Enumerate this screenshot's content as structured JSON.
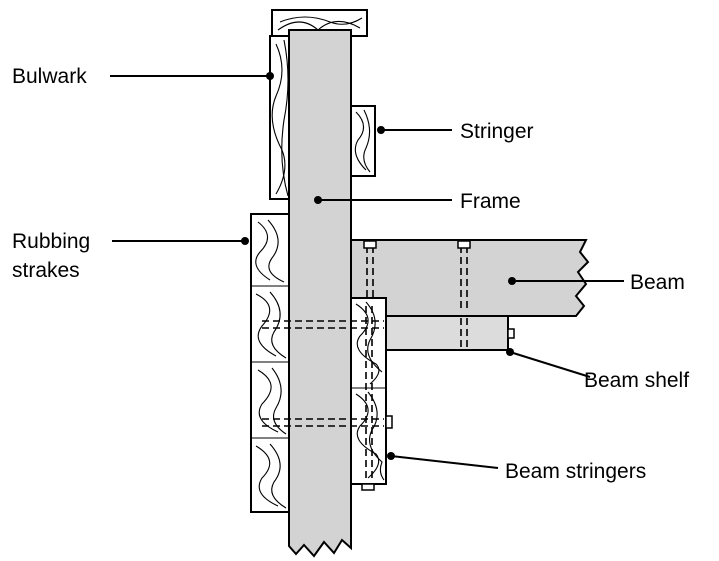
{
  "diagram": {
    "labels": {
      "bulwark": "Bulwark",
      "stringer": "Stringer",
      "frame": "Frame",
      "rubbing_strakes_line1": "Rubbing",
      "rubbing_strakes_line2": "strakes",
      "beam": "Beam",
      "beam_shelf": "Beam shelf",
      "beam_stringers": "Beam stringers"
    }
  }
}
